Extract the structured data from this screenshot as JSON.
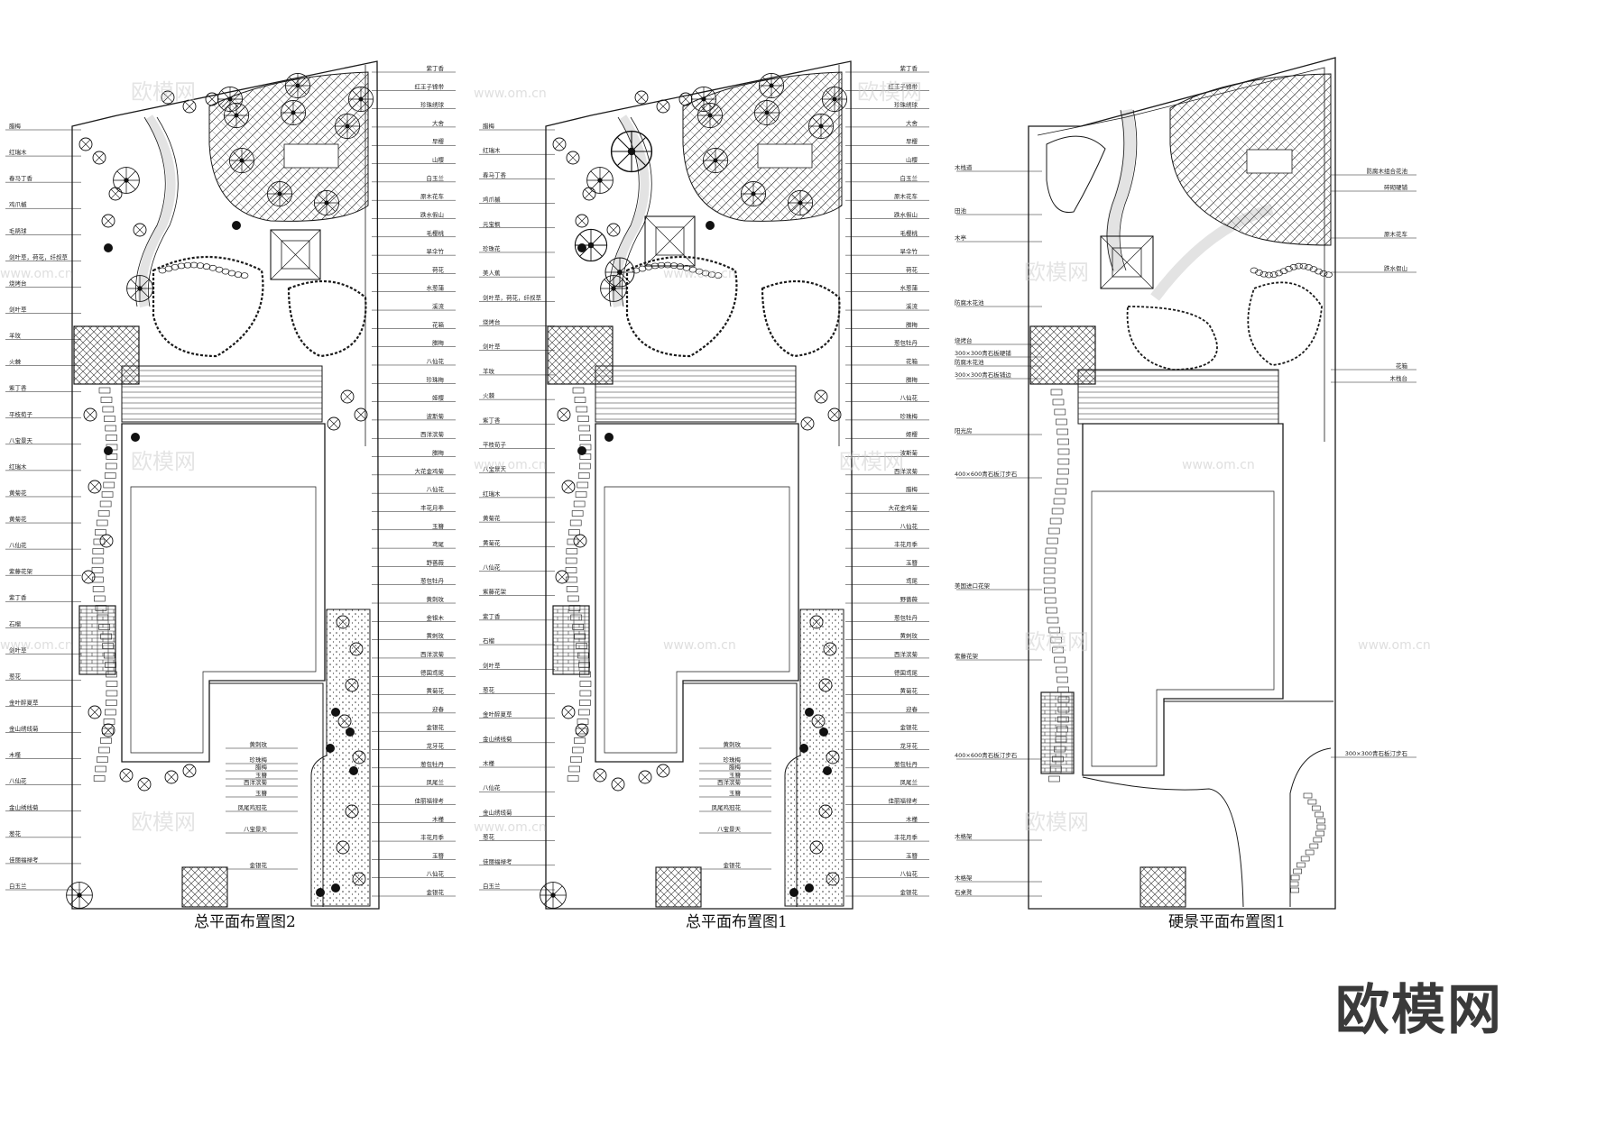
{
  "plans": [
    {
      "title": "总平面布置图2",
      "left_labels": [
        "腊梅",
        "红瑞木",
        "春马丁香",
        "鸡爪槭",
        "毛鹃球",
        "剑叶草，荷花，纤叔草",
        "烧烤台",
        "剑叶草",
        "羊玫",
        "火棘",
        "紫丁香",
        "平枝荀子",
        "八宝景天",
        "红瑞木",
        "黄菊花",
        "黄菊花",
        "八仙花",
        "紫藤花架",
        "紫丁香",
        "石榴",
        "剑叶草",
        "葱花",
        "金叶醉夏草",
        "金山绣线菊",
        "木槿",
        "八仙花",
        "金山绣线菊",
        "葱花",
        "佳丽福禄考",
        "白玉兰"
      ],
      "right_labels": [
        "紫丁香",
        "红王子锦带",
        "珍珠绣球",
        "大舍",
        "早樱",
        "山樱",
        "白玉兰",
        "原木花车",
        "跌水假山",
        "毛樱桃",
        "旱伞竹",
        "荷花",
        "水葱蒲",
        "溪流",
        "花箱",
        "腊梅",
        "八仙花",
        "珍珠梅",
        "姬樱",
        "波斯菊",
        "西洋滨菊",
        "腊梅",
        "大花金鸡菊",
        "八仙花",
        "丰花月季",
        "玉簪",
        "鸢尾",
        "野蔷薇",
        "葱包牡丹",
        "黄刺玫",
        "金银木",
        "黄刺玫",
        "西洋滨菊",
        "德国鸢尾",
        "黄菊花",
        "迎春",
        "金银花",
        "龙牙花",
        "葱包牡丹",
        "凤尾兰",
        "佳丽福禄考",
        "木槿",
        "丰花月季",
        "玉簪",
        "八仙花",
        "金银花"
      ],
      "inner_labels": [
        "黄刺玫",
        "珍珠梅",
        "腊梅",
        "玉簪",
        "西洋滨菊",
        "玉簪",
        "凤尾鸡冠花",
        "八宝景天",
        "金银花"
      ]
    },
    {
      "title": "总平面布置图1",
      "left_labels": [
        "腊梅",
        "红瑞木",
        "春马丁香",
        "鸡爪槭",
        "元宝枫",
        "珍珠花",
        "美人蕉",
        "剑叶草，荷花，纤叔草",
        "烧烤台",
        "剑叶草",
        "羊玫",
        "火棘",
        "紫丁香",
        "平枝荀子",
        "八宝景天",
        "红瑞木",
        "黄菊花",
        "黄菊花",
        "八仙花",
        "紫藤花架",
        "紫丁香",
        "石榴",
        "剑叶草",
        "葱花",
        "金叶醉夏草",
        "金山绣线菊",
        "木槿",
        "八仙花",
        "金山绣线菊",
        "葱花",
        "佳丽福禄考",
        "白玉兰"
      ],
      "right_labels": [
        "紫丁香",
        "红王子锦带",
        "珍珠绣球",
        "大舍",
        "早樱",
        "山樱",
        "白玉兰",
        "原木花车",
        "跌水假山",
        "毛樱桃",
        "旱伞竹",
        "荷花",
        "水葱蒲",
        "溪流",
        "腊梅",
        "葱包牡丹",
        "花箱",
        "腊梅",
        "八仙花",
        "珍珠梅",
        "姬樱",
        "波斯菊",
        "西洋滨菊",
        "腊梅",
        "大花金鸡菊",
        "八仙花",
        "丰花月季",
        "玉簪",
        "鸢尾",
        "野蔷薇",
        "葱包牡丹",
        "黄刺玫",
        "西洋滨菊",
        "德国鸢尾",
        "黄菊花",
        "迎春",
        "金银花",
        "龙牙花",
        "葱包牡丹",
        "凤尾兰",
        "佳丽福禄考",
        "木槿",
        "丰花月季",
        "玉簪",
        "八仙花",
        "金银花"
      ],
      "inner_labels": [
        "黄刺玫",
        "珍珠梅",
        "腊梅",
        "玉簪",
        "西洋滨菊",
        "玉簪",
        "凤尾鸡冠花",
        "八宝景天",
        "金银花"
      ]
    },
    {
      "title": "硬景平面布置图1",
      "left_labels": [
        "木栈道",
        "田池",
        "木亭",
        "防腐木花池",
        "烧烤台",
        "300×300青石板硬铺",
        "防腐木花池",
        "300×300青石板铺边",
        "阳光房",
        "400×600青石板汀步石",
        "美国进口花架",
        "紫藤花架",
        "400×600青石板汀步石",
        "木格架",
        "木格架",
        "石桌凳"
      ],
      "right_labels": [
        "防腐木组合花池",
        "碎砌硬铺",
        "原木花车",
        "跌水假山",
        "花箱",
        "木栈台",
        "300×300青石板汀步石"
      ]
    }
  ],
  "watermarks": {
    "cn": "欧模网",
    "url": "www.om.cn",
    "logo": "欧模网"
  },
  "colors": {
    "line": "#1a1a1a",
    "label": "#222222",
    "watermark": "#c9c9c9",
    "background": "#ffffff"
  }
}
